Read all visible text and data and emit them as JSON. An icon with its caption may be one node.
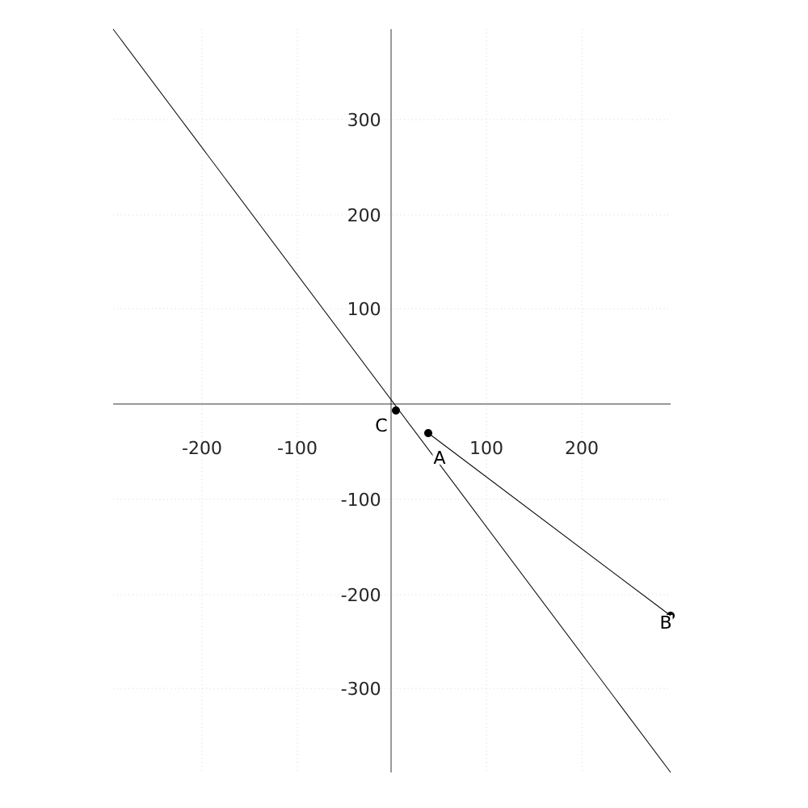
{
  "diagram": {
    "nodes": [
      {
        "text": [
          "C"
        ]
      },
      {
        "text": [
          "A"
        ]
      },
      {
        "text": [
          "B"
        ]
      }
    ],
    "edges": [
      {
        "from": 1,
        "to": 2,
        "arrow": "none"
      }
    ],
    "labels": [
      "300",
      "200",
      "100",
      "-200",
      "-100",
      "100",
      "200",
      "-100",
      "-200",
      "-300"
    ]
  }
}
